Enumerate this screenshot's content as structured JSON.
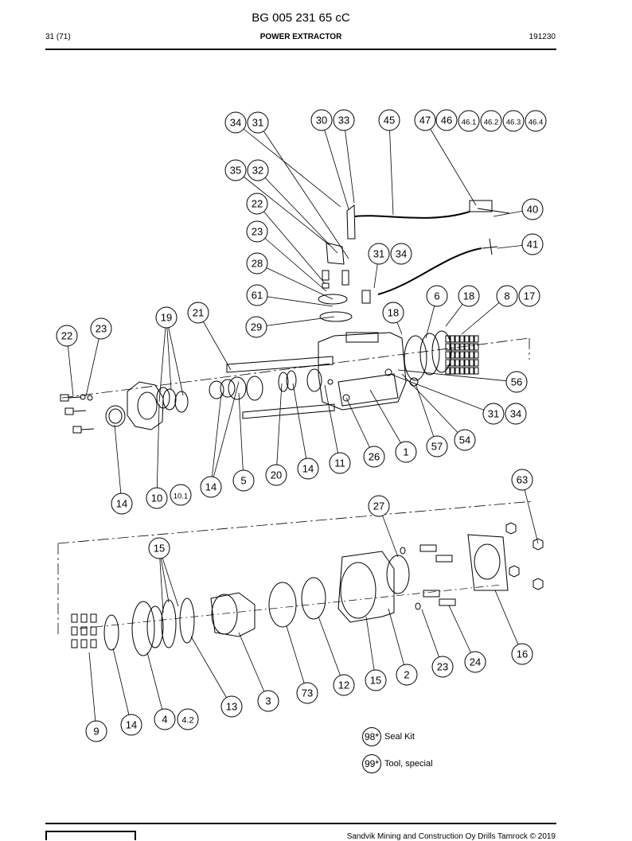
{
  "header": {
    "doc_code": "BG 005 231 65 cC",
    "page_no": "31 (71)",
    "title": "POWER EXTRACTOR",
    "date_code": "191230"
  },
  "legend": [
    {
      "num": "98*",
      "label": "Seal Kit"
    },
    {
      "num": "99*",
      "label": "Tool, special"
    }
  ],
  "footer": {
    "copyright": "Sandvik Mining and Construction Oy Drills Tamrock © 2019"
  },
  "callouts": [
    "34",
    "31",
    "30",
    "33",
    "45",
    "47",
    "46",
    "46.1",
    "46.2",
    "46.3",
    "46.4",
    "35",
    "32",
    "22",
    "40",
    "23",
    "41",
    "31",
    "34",
    "28",
    "61",
    "6",
    "18",
    "8",
    "17",
    "18",
    "19",
    "21",
    "29",
    "22",
    "23",
    "56",
    "31",
    "34",
    "54",
    "57",
    "1",
    "26",
    "11",
    "14",
    "20",
    "5",
    "14",
    "10",
    "10.1",
    "14",
    "63",
    "27",
    "15",
    "16",
    "24",
    "23",
    "2",
    "15",
    "12",
    "73",
    "3",
    "13",
    "4",
    "4.2",
    "14",
    "9"
  ],
  "colors": {
    "ink": "#000000",
    "background": "#ffffff"
  }
}
